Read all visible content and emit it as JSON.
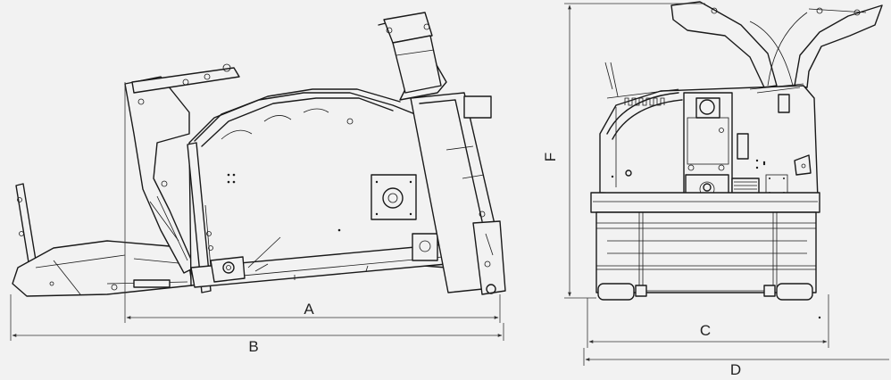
{
  "dimensions": {
    "A": "A",
    "B": "B",
    "C": "C",
    "D": "D",
    "F": "F"
  }
}
